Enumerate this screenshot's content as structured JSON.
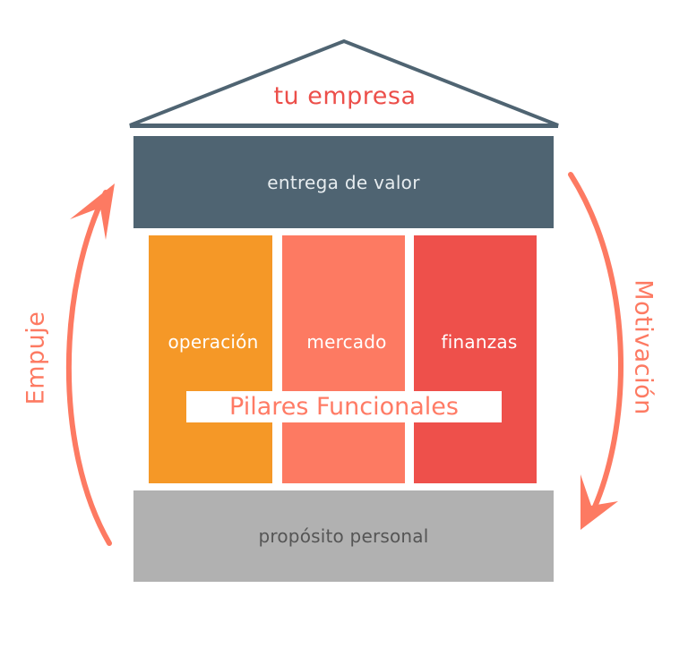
{
  "roof": {
    "title": "tu empresa"
  },
  "beam": {
    "label": "entrega de valor"
  },
  "pillars": [
    {
      "label": "operación"
    },
    {
      "label": "mercado"
    },
    {
      "label": "finanzas"
    }
  ],
  "banner": {
    "label": "Pilares Funcionales"
  },
  "base": {
    "label": "propósito personal"
  },
  "arrows": {
    "left_label": "Empuje",
    "right_label": "Motivación"
  },
  "colors": {
    "roof_stroke": "#4f6472",
    "title": "#ec4f4a",
    "beam": "#4f6472",
    "pillar_operacion": "#f59827",
    "pillar_mercado": "#fd7a62",
    "pillar_finanzas": "#ee504b",
    "banner_text": "#ff7b65",
    "base": "#b1b1b1",
    "arrow": "#fd7a62"
  }
}
